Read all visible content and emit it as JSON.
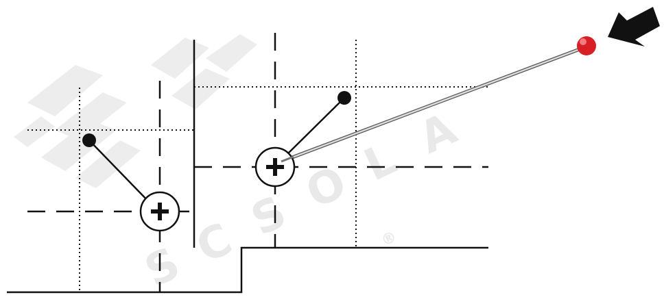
{
  "watermark": {
    "letters": [
      "S",
      "C",
      "S",
      "O",
      "L",
      "A"
    ],
    "superscript": "®",
    "color": "#ececec"
  },
  "colors": {
    "line": "#111111",
    "pin_head": "#d81f26",
    "pin_shaft": "#9a9a9a",
    "arrow": "#111111",
    "background": "#ffffff"
  },
  "icons": {
    "cross_mark": "plus-in-circle",
    "offset_dot": "filled-circle",
    "pointer": "arrow-left-icon",
    "pin": "pushpin-icon"
  }
}
